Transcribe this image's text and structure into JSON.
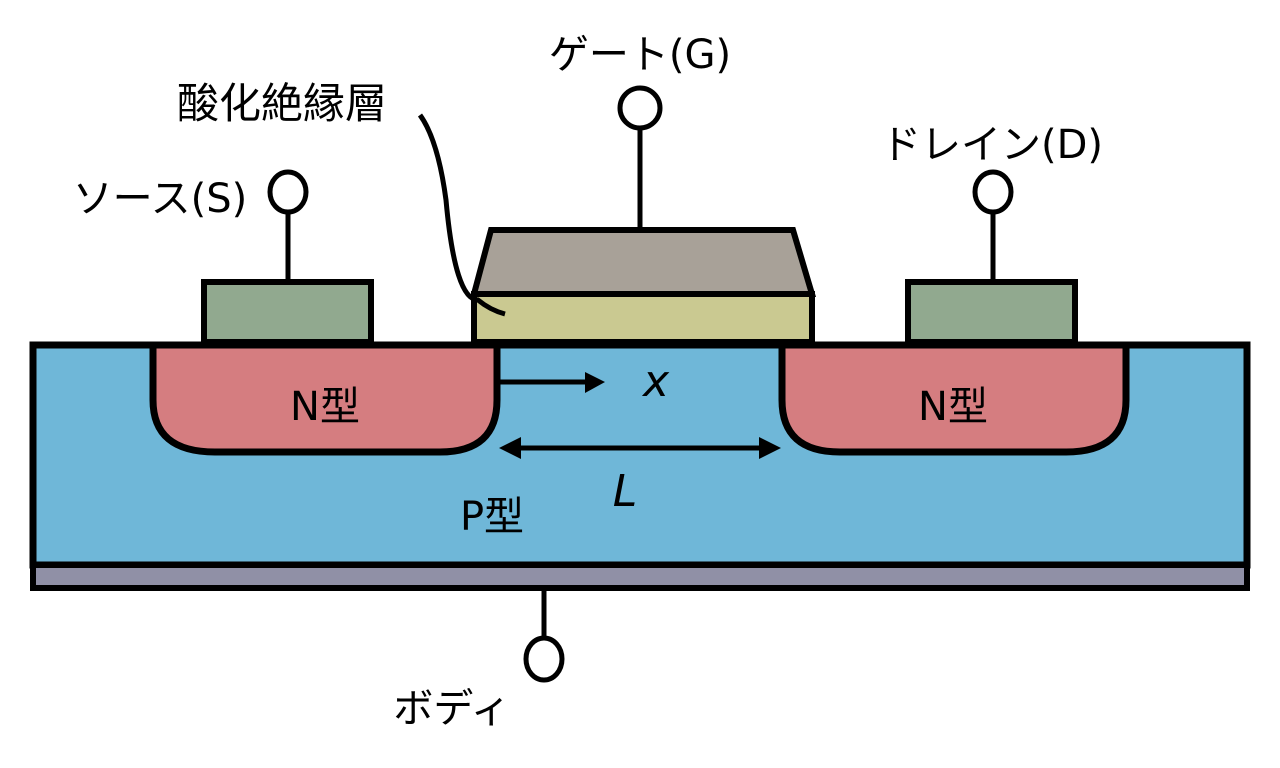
{
  "diagram": {
    "title": "MOSFET cross-section",
    "labels": {
      "gate": "ゲート(G)",
      "oxide": "酸化絶縁層",
      "source": "ソース(S)",
      "drain": "ドレイン(D)",
      "body": "ボディ",
      "n_left": "N型",
      "n_right": "N型",
      "p_substrate": "P型",
      "x_axis": "x",
      "channel_length": "L"
    },
    "colors": {
      "substrate_p": "#6fb7d8",
      "n_region": "#d57d80",
      "contact": "#91a98f",
      "gate_electrode": "#a8a198",
      "oxide": "#cac991",
      "body_layer": "#9090a6",
      "outline": "#000000"
    }
  }
}
